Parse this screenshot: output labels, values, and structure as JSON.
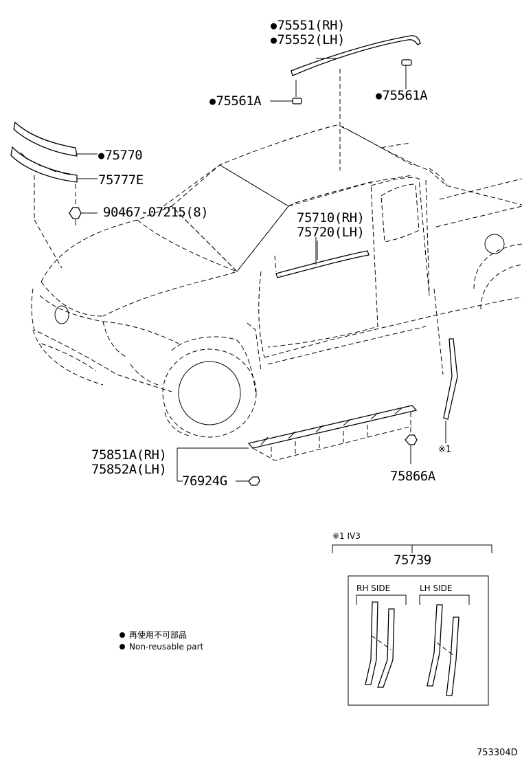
{
  "labels": {
    "p75551": "75551(RH)",
    "p75552": "75552(LH)",
    "p75561a_left": "75561A",
    "p75561a_right": "75561A",
    "p75770": "75770",
    "p75777e": "75777E",
    "p90467": "90467-07215(8)",
    "p75710": "75710(RH)",
    "p75720": "75720(LH)",
    "p75851a": "75851A(RH)",
    "p75852a": "75852A(LH)",
    "p76924g": "76924G",
    "p75866a": "75866A",
    "ref1": "※1"
  },
  "inset": {
    "note": "※1 IV3",
    "part": "75739",
    "rh_side": "RH SIDE",
    "lh_side": "LH SIDE"
  },
  "legend": {
    "line1": "再使用不可部品",
    "line2": "Non-reusable part"
  },
  "diagram_id": "753304D"
}
